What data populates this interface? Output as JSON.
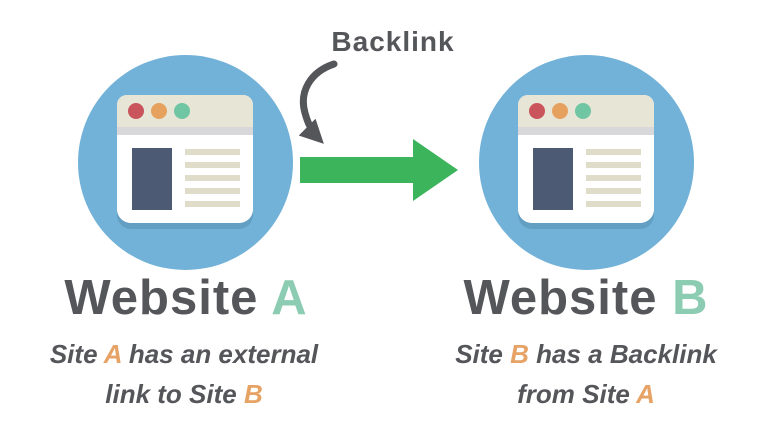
{
  "backlink_label": "Backlink",
  "site_a": {
    "title_prefix": "Website ",
    "title_letter": "A",
    "sub_line1": {
      "pre": "Site ",
      "letter": "A",
      "post": " has an external"
    },
    "sub_line2": {
      "pre": "link to Site ",
      "letter": "B"
    }
  },
  "site_b": {
    "title_prefix": "Website ",
    "title_letter": "B",
    "sub_line1": {
      "pre": "Site ",
      "letter": "B",
      "post": " has a Backlink"
    },
    "sub_line2": {
      "pre": "from Site ",
      "letter": "A"
    }
  },
  "colors": {
    "background": "#ffffff",
    "circle_blue": "#73b2d8",
    "arrow_green": "#3cb45c",
    "text_dark": "#55565a",
    "letter_teal": "#8bccb2",
    "letter_orange": "#e7a266",
    "browser_bar_cream": "#e7e5d6",
    "browser_strip_gray": "#d8d8da",
    "dot_red": "#c9545c",
    "dot_orange": "#e6a15e",
    "dot_teal": "#70c6a3",
    "content_navy": "#4c5b73",
    "text_line_beige": "#dfddca"
  }
}
